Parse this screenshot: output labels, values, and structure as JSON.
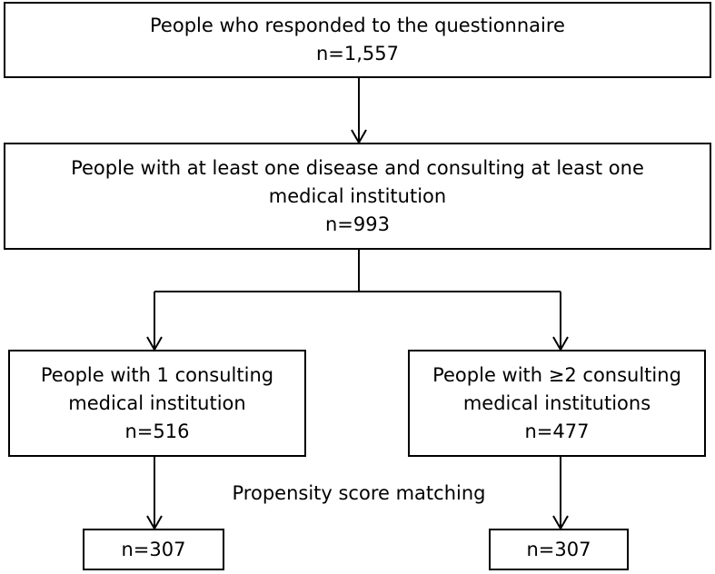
{
  "diagram": {
    "boxes": {
      "top": {
        "line1": "People who responded to the questionnaire",
        "line2": "n=1,557"
      },
      "middle": {
        "line1": "People with at least one disease and consulting at least one",
        "line2": "medical institution",
        "line3": "n=993"
      },
      "left": {
        "line1": "People with 1 consulting",
        "line2": "medical institution",
        "line3": "n=516"
      },
      "right": {
        "line1": "People with ≥2 consulting",
        "line2": "medical institutions",
        "line3": "n=477"
      },
      "bottom_left": {
        "line1": "n=307"
      },
      "bottom_right": {
        "line1": "n=307"
      }
    },
    "matching_label": "Propensity score matching",
    "colors": {
      "stroke": "#000000",
      "background": "#ffffff",
      "text": "#000000"
    }
  }
}
